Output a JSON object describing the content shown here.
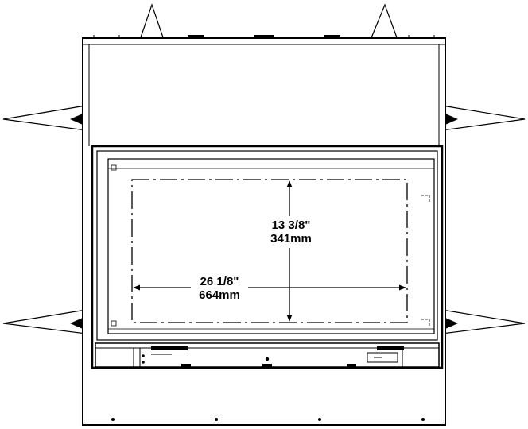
{
  "dimensions": {
    "height": {
      "imperial": "13 3/8\"",
      "metric": "341mm"
    },
    "width": {
      "imperial": "26 1/8\"",
      "metric": "664mm"
    }
  }
}
